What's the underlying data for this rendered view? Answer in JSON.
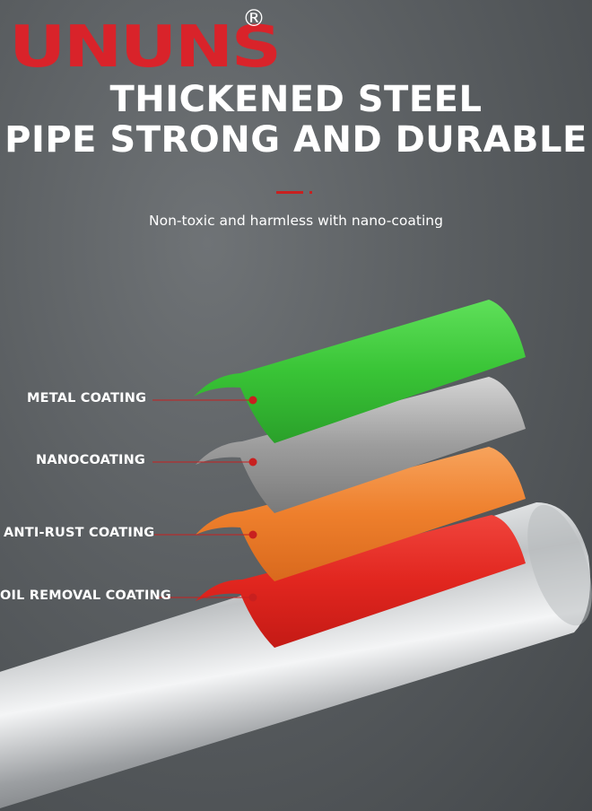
{
  "brand": {
    "logo_text": "UNUNS",
    "registered_mark": "®"
  },
  "headline": {
    "line1": "THICKENED STEEL",
    "line2": "PIPE STRONG AND DURABLE"
  },
  "subtitle": "Non-toxic and harmless with nano-coating",
  "layers": [
    {
      "label": "METAL COATING"
    },
    {
      "label": "NANOCOATING"
    },
    {
      "label": "ANTI-RUST COATING"
    },
    {
      "label": "OIL REMOVAL COATING"
    }
  ],
  "colors": {
    "brand_red": "#d9232a",
    "accent_red": "#c8201f",
    "metal_coating": "#3cc63c",
    "nanocoating": "#a9a9a9",
    "anti_rust_coating": "#f0802a",
    "oil_removal_coating": "#e52b24"
  }
}
